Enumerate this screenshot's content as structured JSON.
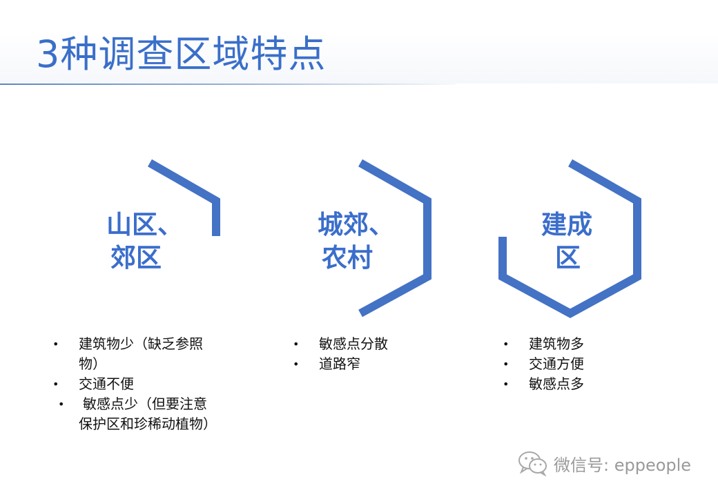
{
  "slide": {
    "title": "3种调查区域特点"
  },
  "areas": [
    {
      "label_line1": "山区、",
      "label_line2": "郊区",
      "bullets": [
        [
          "建筑物少（缺乏参照",
          "物）"
        ],
        [
          "交通不便"
        ],
        [
          "敏感点少（但要注意",
          "保护区和珍稀动植物）"
        ]
      ]
    },
    {
      "label_line1": "城郊、",
      "label_line2": "农村",
      "bullets": [
        [
          "敏感点分散"
        ],
        [
          "道路窄"
        ]
      ]
    },
    {
      "label_line1": "建成",
      "label_line2": "区",
      "bullets": [
        [
          "建筑物多"
        ],
        [
          "交通方便"
        ],
        [
          "敏感点多"
        ]
      ]
    }
  ],
  "bullet_symbol": "•",
  "watermark": {
    "text": "微信号: eppeople",
    "icon": "wechat-icon"
  },
  "colors": {
    "title": "#3a6fc9",
    "hex_stroke": "#4472c4",
    "label": "#3b6ecb",
    "watermark": "#9a9a9a"
  }
}
